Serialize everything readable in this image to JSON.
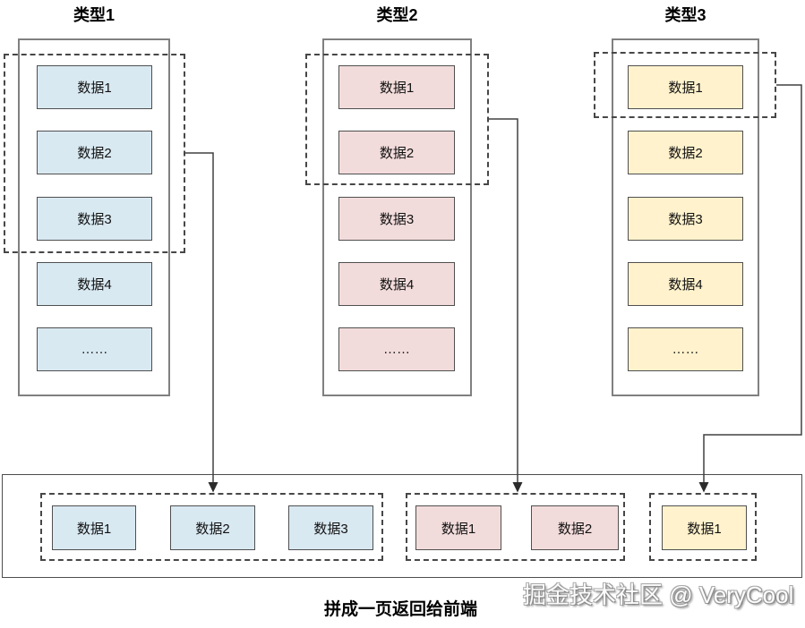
{
  "columns": [
    {
      "title": "类型1",
      "fill": "#d9e9f2",
      "items": [
        "数据1",
        "数据2",
        "数据3",
        "数据4",
        "……"
      ]
    },
    {
      "title": "类型2",
      "fill": "#f2dcdb",
      "items": [
        "数据1",
        "数据2",
        "数据3",
        "数据4",
        "……"
      ]
    },
    {
      "title": "类型3",
      "fill": "#fff2cc",
      "items": [
        "数据1",
        "数据2",
        "数据3",
        "数据4",
        "……"
      ]
    }
  ],
  "result": {
    "groups": [
      {
        "source": "类型1",
        "items": [
          "数据1",
          "数据2",
          "数据3"
        ]
      },
      {
        "source": "类型2",
        "items": [
          "数据1",
          "数据2"
        ]
      },
      {
        "source": "类型3",
        "items": [
          "数据1"
        ]
      }
    ]
  },
  "caption": "拼成一页返回给前端",
  "watermark": "掘金技术社区 @ VeryCool",
  "colors": {
    "type1_fill": "#d9e9f2",
    "type2_fill": "#f2dcdb",
    "type3_fill": "#fff2cc",
    "box_border": "#4f4f4f",
    "container_border": "#808080",
    "connector": "#404040"
  }
}
